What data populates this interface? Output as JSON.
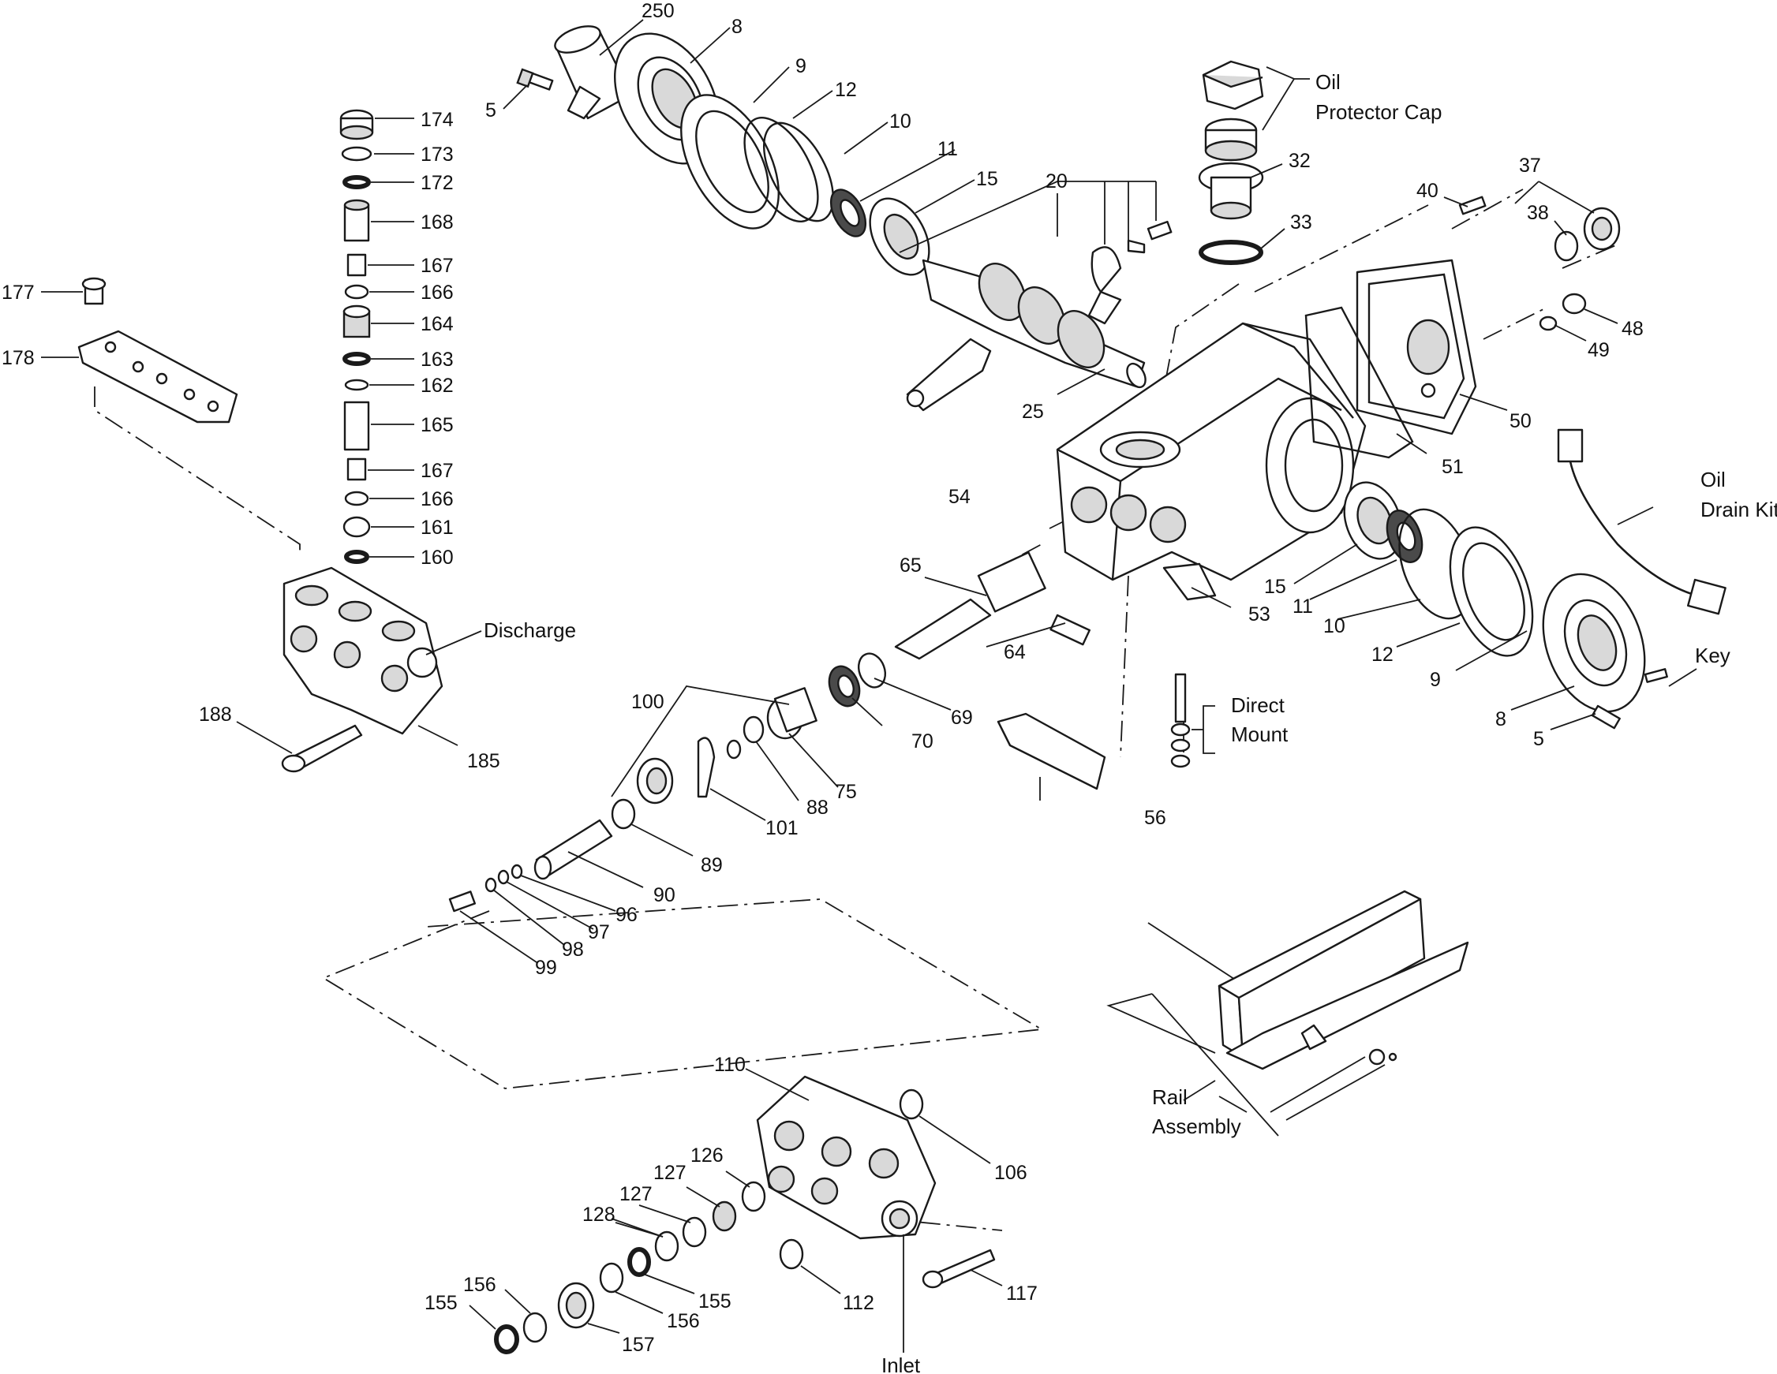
{
  "parts": {
    "p250": "250",
    "p8": "8",
    "p5": "5",
    "p9": "9",
    "p12": "12",
    "p10": "10",
    "p11": "11",
    "p15": "15",
    "p20": "20",
    "p25": "25",
    "p32": "32",
    "p33": "33",
    "p40": "40",
    "p37": "37",
    "p38": "38",
    "p48": "48",
    "p49": "49",
    "p50": "50",
    "p51": "51",
    "p174": "174",
    "p173": "173",
    "p172": "172",
    "p168": "168",
    "p167": "167",
    "p166": "166",
    "p164": "164",
    "p163": "163",
    "p162": "162",
    "p165": "165",
    "p161": "161",
    "p160": "160",
    "p177": "177",
    "p178": "178",
    "p188": "188",
    "p185": "185",
    "p54": "54",
    "p65": "65",
    "p64": "64",
    "p53": "53",
    "p56": "56",
    "p69": "69",
    "p70": "70",
    "p100": "100",
    "p75": "75",
    "p88": "88",
    "p101": "101",
    "p89": "89",
    "p90": "90",
    "p96": "96",
    "p97": "97",
    "p98": "98",
    "p99": "99",
    "p110": "110",
    "p106": "106",
    "p126": "126",
    "p127": "127",
    "p128": "128",
    "p155": "155",
    "p156": "156",
    "p157": "157",
    "p112": "112",
    "p117": "117"
  },
  "annotations": {
    "oil_protector_cap": [
      "Oil",
      "Protector Cap"
    ],
    "discharge": "Discharge",
    "oil_drain_kit": [
      "Oil",
      "Drain Kit"
    ],
    "key": "Key",
    "direct_mount": [
      "Direct",
      "Mount"
    ],
    "rail_assembly": [
      "Rail",
      "Assembly"
    ],
    "inlet": "Inlet"
  }
}
